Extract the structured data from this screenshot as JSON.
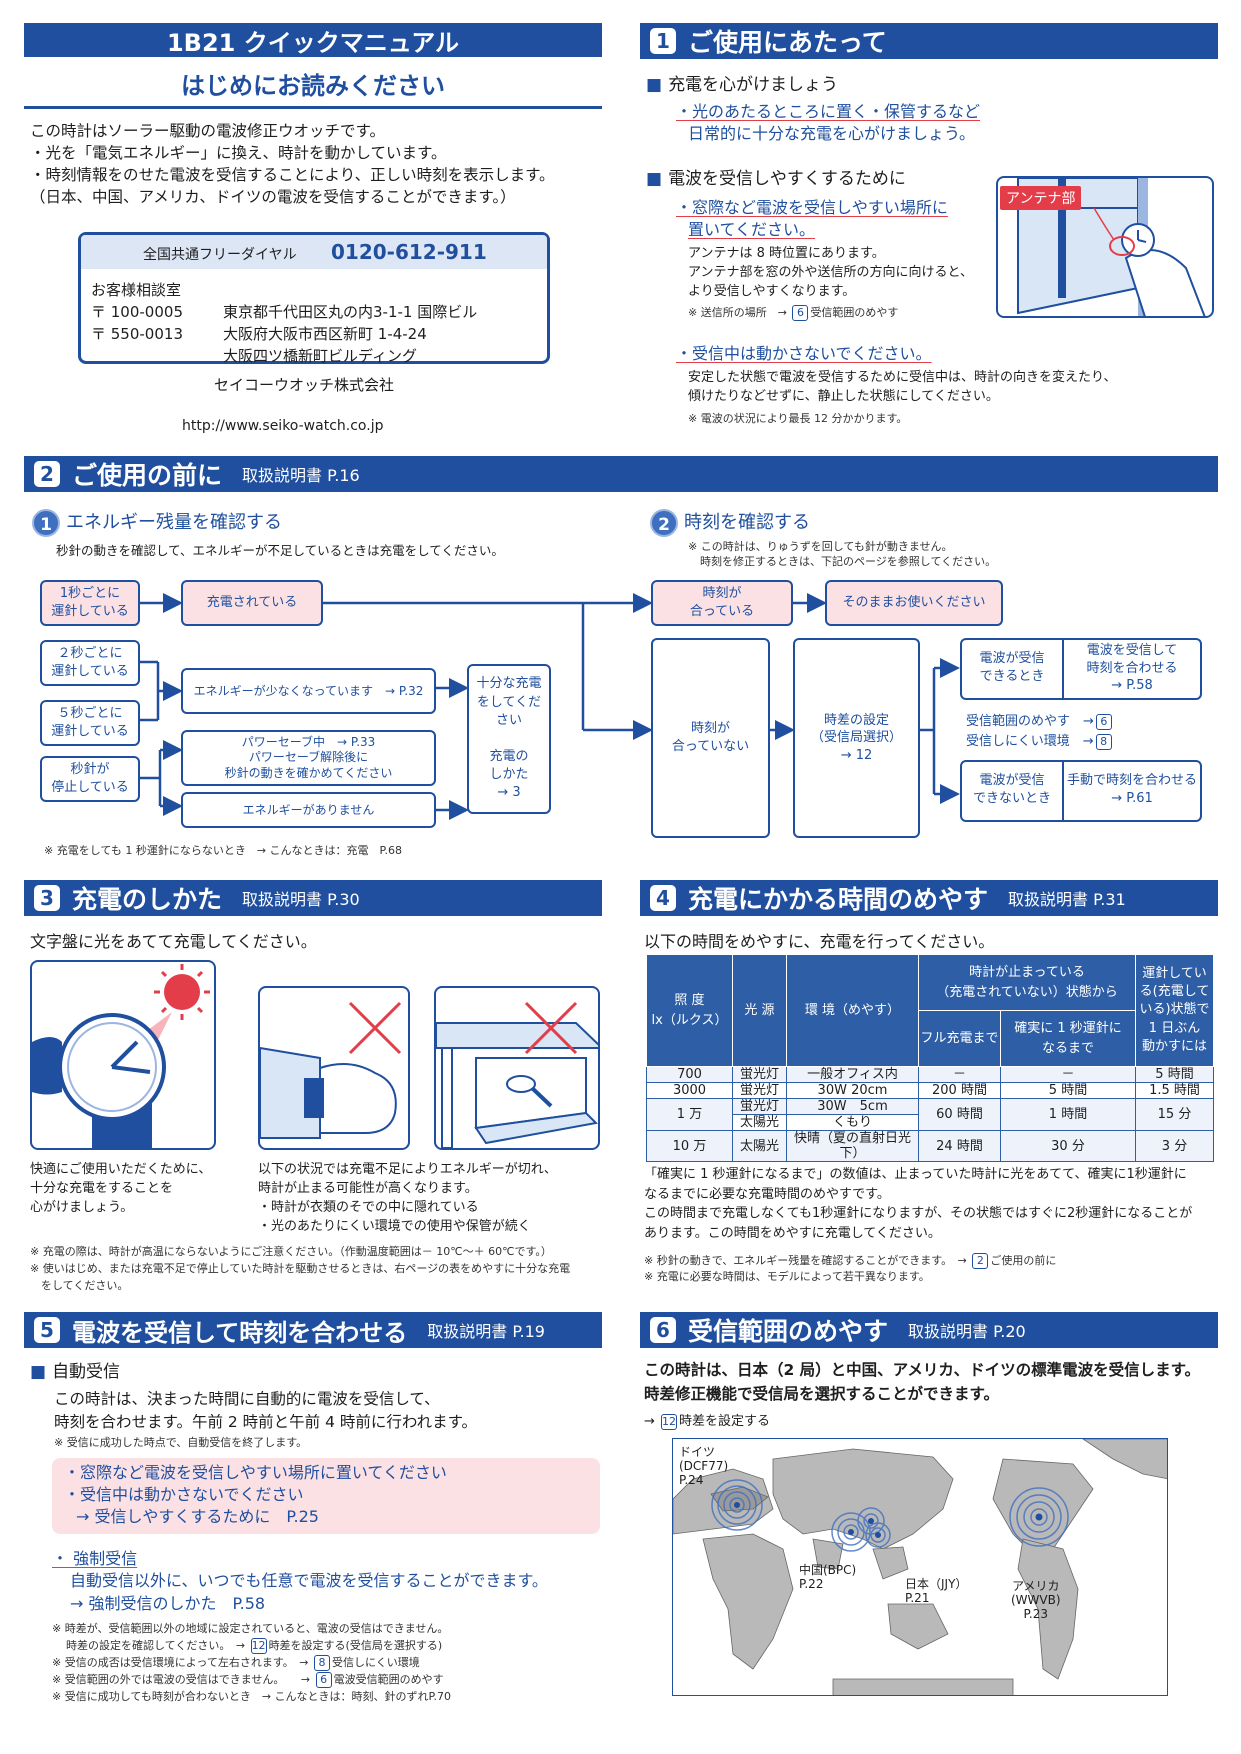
{
  "header": {
    "title": "1B21 クイックマニュアル",
    "subtitle": "はじめにお読みください"
  },
  "intro": {
    "lines": [
      "この時計はソーラー駆動の電波修正ウオッチです。",
      "・光を「電気エネルギー」に換え、時計を動かしています。",
      "・時刻情報をのせた電波を受信することにより、正しい時刻を表示します。",
      "（日本、中国、アメリカ、ドイツの電波を受信することができます。）"
    ]
  },
  "contact": {
    "freedial_label": "全国共通フリーダイヤル",
    "freedial_number": "0120-612-911",
    "center": "お客様相談室",
    "zip1": "〒 100-0005",
    "addr1": "東京都千代田区丸の内3-1-1 国際ビル",
    "zip2": "〒 550-0013",
    "addr2": "大阪府大阪市西区新町 1-4-24",
    "addr3": "大阪四ツ橋新町ビルディング",
    "company": "セイコーウオッチ株式会社",
    "url": "http://www.seiko-watch.co.jp"
  },
  "s1": {
    "num": "1",
    "title": "ご使用にあたって",
    "h1": "充電を心がけましょう",
    "b1a": "・光のあたるところに置く・保管するなど",
    "b1b": "日常的に十分な充電を心がけましょう。",
    "h2": "電波を受信しやすくするために",
    "b2a": "・窓際など電波を受信しやすい場所に",
    "b2b": "置いてください。",
    "b2c": "アンテナは 8 時位置にあります。",
    "b2d": "アンテナ部を窓の外や送信所の方向に向けると、",
    "b2e": "より受信しやすくなります。",
    "b2f": "※ 送信所の場所",
    "b2f_num": "6",
    "b2f_ref": "受信範囲のめやす",
    "antenna": "アンテナ部",
    "b3a": "・受信中は動かさないでください。",
    "b3b": "安定した状態で電波を受信するために受信中は、時計の向きを変えたり、",
    "b3c": "傾けたりなどせずに、静止した状態にしてください。",
    "b3d": "※ 電波の状況により最長 12 分かかります。"
  },
  "s2": {
    "num": "2",
    "title": "ご使用の前に",
    "ref": "取扱説明書 P.16",
    "c1": "1",
    "c1_title": "エネルギー残量を確認する",
    "c1_desc": "秒針の動きを確認して、エネルギーが不足しているときは充電をしてください。",
    "c2": "2",
    "c2_title": "時刻を確認する",
    "c2_note1": "※ この時計は、りゅうずを回しても針が動きません。",
    "c2_note2": "時刻を修正するときは、下記のページを参照してください。",
    "f1": "1秒ごとに\n運針している",
    "f2": "充電されている",
    "f3": "２秒ごとに\n運針している",
    "f4": "５秒ごとに\n運針している",
    "f5": "エネルギーが少なくなっています　→ P.32",
    "f6": "十分な充電\nをしてくだ\nさい\n\n充電の\nしかた\n→ 3",
    "f7": "秒針が\n停止している",
    "f8": "パワーセーブ中　→ P.33\nパワーセーブ解除後に\n秒針の動きを確かめてください",
    "f9": "エネルギーがありません",
    "g1": "時刻が\n合っている",
    "g2": "そのままお使いください",
    "g3": "時刻が\n合っていない",
    "g4": "時差の設定\n（受信局選択）\n→ 12",
    "g5": "電波が受信\nできるとき",
    "g6": "電波を受信して\n時刻を合わせる\n→ P.58",
    "g7a": "受信範囲のめやす　→",
    "g7a_n": "6",
    "g7b": "受信しにくい環境　→",
    "g7b_n": "8",
    "g8": "電波が受信\nできないとき",
    "g9": "手動で時刻を合わせる\n→ P.61",
    "footnote": "※ 充電をしても 1 秒運針にならないとき　→ こんなときは：充電　P.68"
  },
  "s3": {
    "num": "3",
    "title": "充電のしかた",
    "ref": "取扱説明書 P.30",
    "lead": "文字盤に光をあてて充電してください。",
    "cap1": [
      "快適にご使用いただくために、",
      "十分な充電をすることを",
      "心がけましょう。"
    ],
    "cap2": [
      "以下の状況では充電不足によりエネルギーが切れ、",
      "時計が止まる可能性が高くなります。",
      "・時計が衣類のそでの中に隠れている",
      "・光のあたりにくい環境での使用や保管が続く"
    ],
    "notes": [
      "※ 充電の際は、時計が高温にならないようにご注意ください。（作動温度範囲は－ 10℃～＋ 60℃です。）",
      "※ 使いはじめ、または充電不足で停止していた時計を駆動させるときは、右ページの表をめやすに十分な充電",
      "　をしてください。"
    ]
  },
  "s4": {
    "num": "4",
    "title": "充電にかかる時間のめやす",
    "ref": "取扱説明書 P.31",
    "lead": "以下の時間をめやすに、充電を行ってください。",
    "th_lux": "照 度\nlx（ルクス）",
    "th_src": "光 源",
    "th_env": "環 境（めやす）",
    "th_stop": "時計が止まっている\n（充電されていない）状態から",
    "th_full": "フル充電まで",
    "th_1s": "確実に 1 秒運針に\nなるまで",
    "th_day": "運針してい\nる(充電して\nいる)状態で\n1 日ぶん\n動かすには",
    "rows": [
      [
        "700",
        "蛍光灯",
        "一般オフィス内",
        "－",
        "－",
        "5 時間"
      ],
      [
        "3000",
        "蛍光灯",
        "30W 20cm",
        "200 時間",
        "5 時間",
        "1.5 時間"
      ],
      [
        "1 万",
        "蛍光灯",
        "30W　5cm",
        "60 時間",
        "1 時間",
        "15 分"
      ],
      [
        "",
        "太陽光",
        "くもり",
        "",
        "",
        ""
      ],
      [
        "10 万",
        "太陽光",
        "快晴（夏の直射日光下）",
        "24 時間",
        "30 分",
        "3 分"
      ]
    ],
    "after": [
      "「確実に 1 秒運針になるまで」の数値は、止まっていた時計に光をあてて、確実に1秒運針に",
      "なるまでに必要な充電時間のめやすです。",
      "この時間まで充電しなくても1秒運針になりますが、その状態ではすぐに2秒運針になることが",
      "あります。この時間をめやすに充電してください。"
    ],
    "note1": "※ 秒針の動きで、エネルギー残量を確認することができます。　→",
    "note1_n": "2",
    "note1_ref": "ご使用の前に",
    "note2": "※ 充電に必要な時間は、モデルによって若干異なります。"
  },
  "s5": {
    "num": "5",
    "title": "電波を受信して時刻を合わせる",
    "ref": "取扱説明書 P.19",
    "h1": "自動受信",
    "p1": "この時計は、決まった時間に自動的に電波を受信して、",
    "p2": "時刻を合わせます。午前 2 時前と午前 4 時前に行われます。",
    "n1": "※ 受信に成功した時点で、自動受信を終了します。",
    "pink1": "・窓際など電波を受信しやすい場所に置いてください",
    "pink2": "・受信中は動かさないでください",
    "pink3": "→ 受信しやすくするために　P.25",
    "h2": "・ 強制受信",
    "p3": "自動受信以外に、いつでも任意で電波を受信することができます。",
    "p4": "→ 強制受信のしかた　P.58",
    "notes": [
      "※ 時差が、受信範囲以外の地域に設定されていると、電波の受信はできません。",
      "時差の設定を確認してください。　→",
      "※ 受信の成否は受信環境によって左右されます。　→",
      "※ 受信範囲の外では電波の受信はできません。　　→",
      "※ 受信に成功しても時刻が合わないとき　→ こんなときは：時刻、針のずれP.70"
    ],
    "nn1": "12",
    "nr1": "時差を設定する(受信局を選択する)",
    "nn2": "8",
    "nr2": "受信しにくい環境",
    "nn3": "6",
    "nr3": "電波受信範囲のめやす"
  },
  "s6": {
    "num": "6",
    "title": "受信範囲のめやす",
    "ref": "取扱説明書 P.20",
    "lead1": "この時計は、日本（2 局）と中国、アメリカ、ドイツの標準電波を受信します。",
    "lead2": "時差修正機能で受信局を選択することができます。",
    "link_n": "12",
    "link": "時差を設定する",
    "germany": "ドイツ\n(DCF77)\nP.24",
    "china": "中国(BPC)\nP.22",
    "japan": "日本（JJY）\nP.21",
    "usa": "アメリカ\n(WWVB)\nP.23"
  },
  "colors": {
    "brand": "#1f4f9e",
    "accent": "#e33d4a",
    "pink": "#fce1e4"
  }
}
